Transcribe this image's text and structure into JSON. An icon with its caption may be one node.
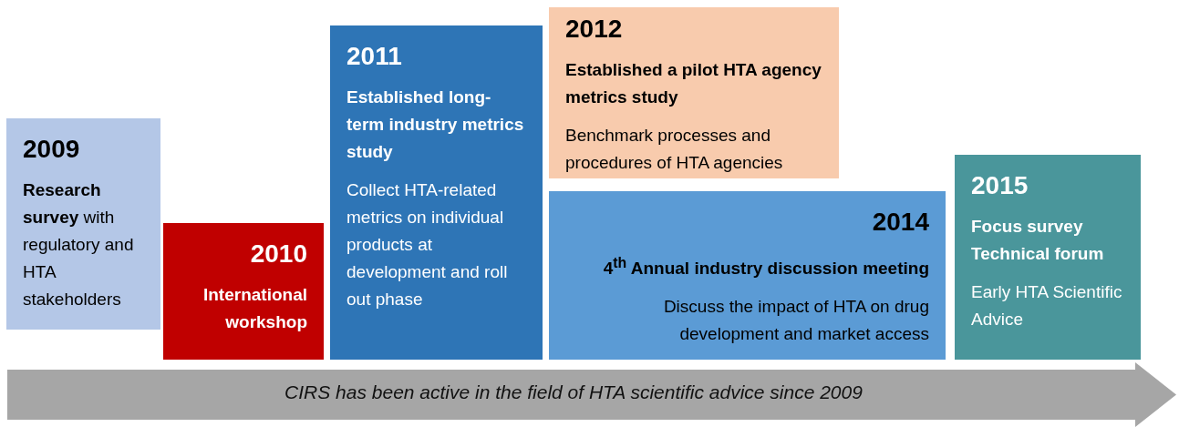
{
  "diagram": {
    "nodes": [
      {
        "text": [
          "2009",
          "**Research survey** with regulatory and HTA stakeholders"
        ]
      },
      {
        "text": [
          "2010",
          "International workshop"
        ]
      },
      {
        "text": [
          "2011",
          "Established long-term industry metrics study",
          "Collect HTA-related metrics on individual products at development and roll out phase"
        ]
      },
      {
        "text": [
          "2012",
          "Established a pilot HTA agency metrics study",
          "Benchmark processes and procedures of HTA agencies"
        ]
      },
      {
        "text": [
          "2014",
          "4$^{th}$ Annual industry discussion meeting",
          "Discuss the impact of HTA on drug development and market access"
        ]
      },
      {
        "text": [
          "2015",
          "Focus survey Technical forum",
          "Early HTA Scientific Advice"
        ]
      },
      {
        "text": [
          "CIRS has been active in the field of HTA scientific advice since 2009"
        ]
      }
    ]
  }
}
